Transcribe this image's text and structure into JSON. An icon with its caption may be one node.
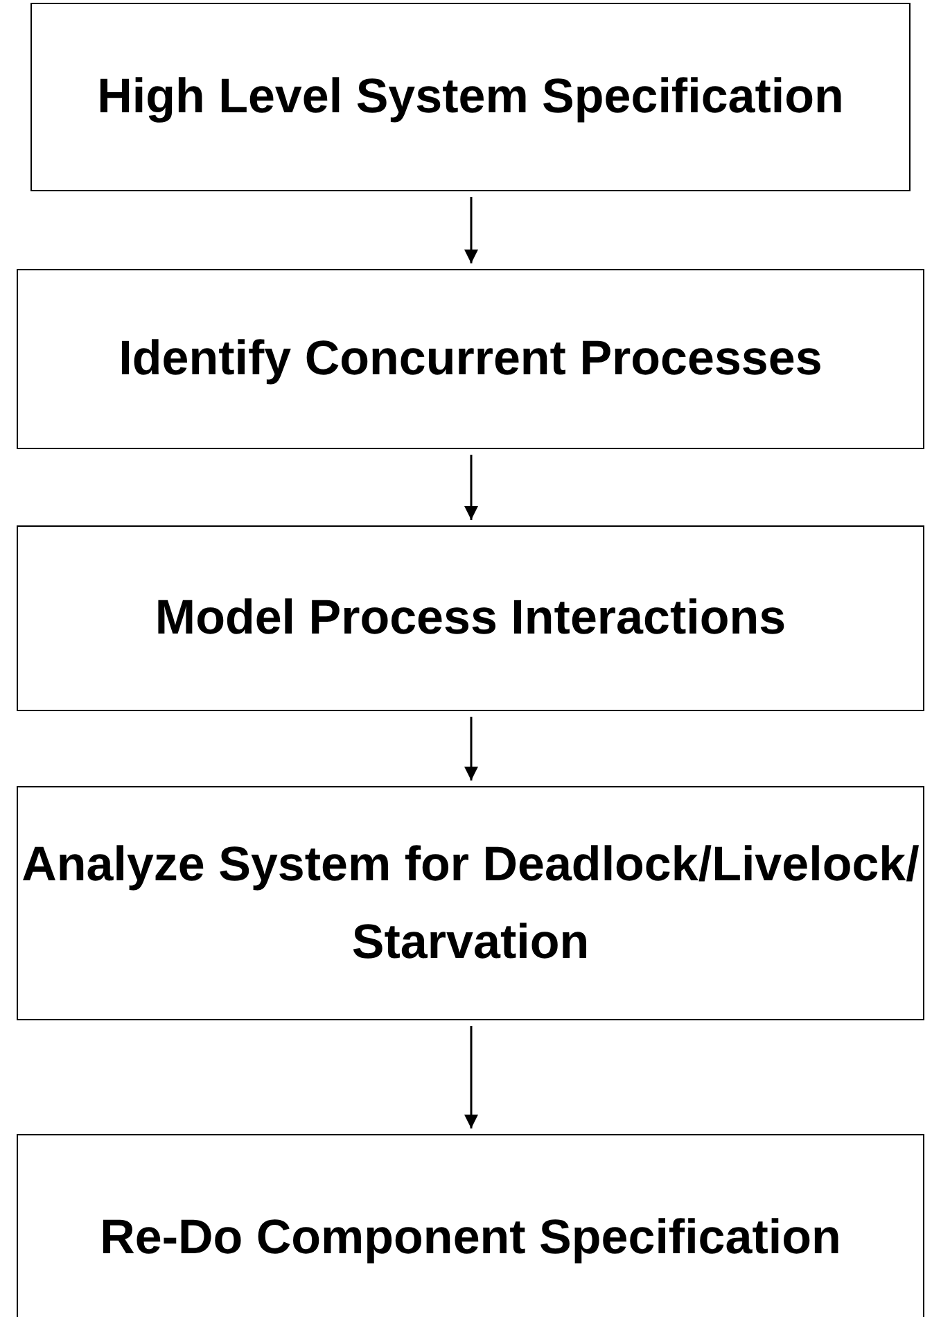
{
  "diagram": {
    "nodes": [
      {
        "text": [
          "High Level System Specification"
        ]
      },
      {
        "text": [
          "Identify Concurrent Processes"
        ]
      },
      {
        "text": [
          "Model Process Interactions"
        ]
      },
      {
        "text": [
          "Analyze System for Deadlock/Livelock/ Starvation"
        ]
      },
      {
        "text": [
          "Re-Do Component Specification"
        ]
      }
    ],
    "edges": [
      {
        "from": 0,
        "to": 1,
        "arrow": "to"
      },
      {
        "from": 1,
        "to": 2,
        "arrow": "to"
      },
      {
        "from": 2,
        "to": 3,
        "arrow": "to"
      },
      {
        "from": 3,
        "to": 4,
        "arrow": "to"
      }
    ]
  }
}
